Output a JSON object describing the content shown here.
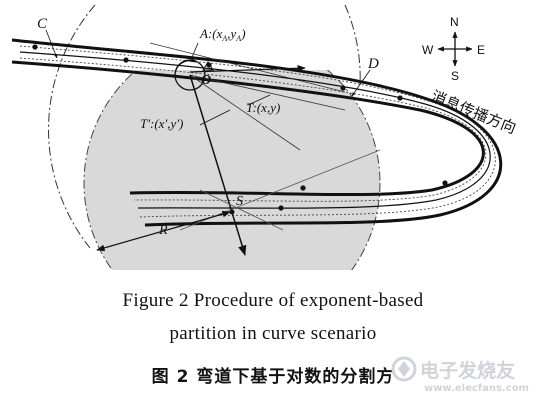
{
  "diagram": {
    "labels": {
      "C": "C",
      "A": "A:(x",
      "A_sub1": "A",
      "A_mid": ",y",
      "A_sub2": "A",
      "A_end": ")",
      "O": "O",
      "D": "D",
      "T": "T:(x,y)",
      "Tp": "T':(x',y')",
      "S": "S",
      "R": "R"
    },
    "compass": {
      "north": "N",
      "south": "S",
      "east": "E",
      "west": "W"
    },
    "direction_label": "消息传播方向"
  },
  "caption": {
    "en_line1": "Figure 2    Procedure of exponent-based",
    "en_line2": "partition in curve scenario",
    "cn": "图 2    弯道下基于对数的分割方"
  },
  "watermark": {
    "text": "电子发烧友",
    "url": "www.elecfans.com"
  },
  "colors": {
    "shade": "#d9d9d9",
    "line": "#111111",
    "watermark": "#cfd4da"
  }
}
